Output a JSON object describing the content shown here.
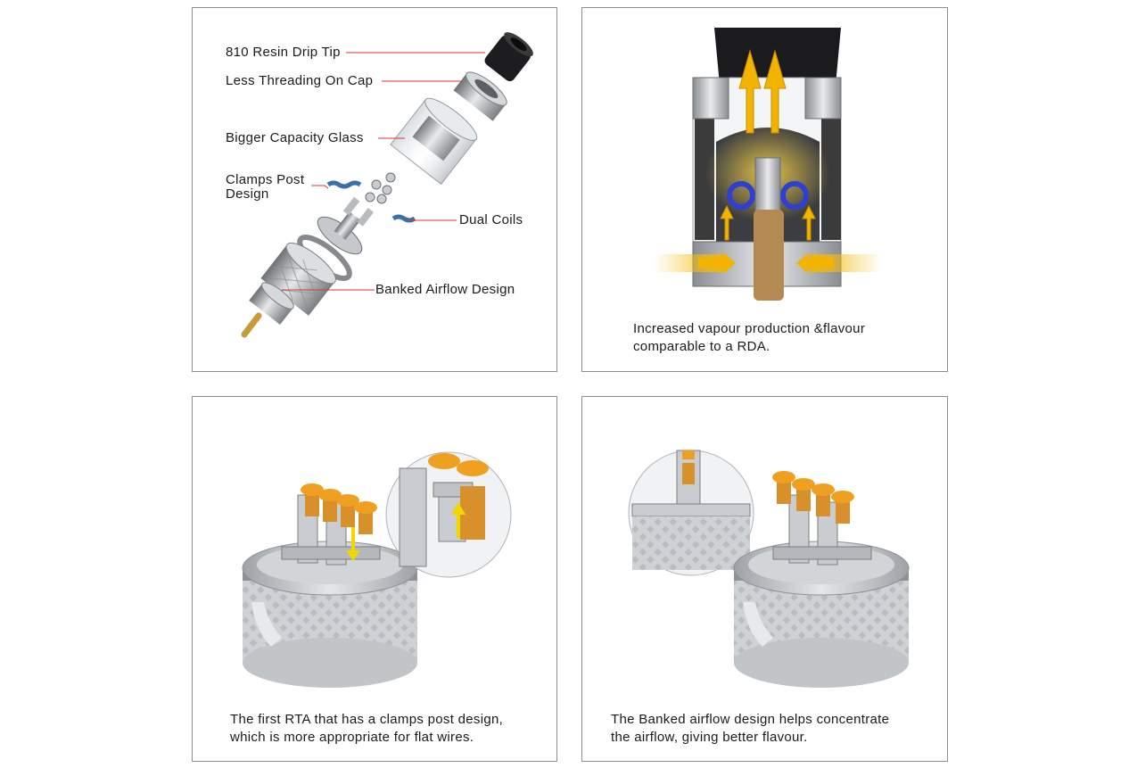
{
  "panels": {
    "exploded": {
      "labels": {
        "drip_tip": "810 Resin Drip Tip",
        "threading": "Less Threading On Cap",
        "glass": "Bigger Capacity Glass",
        "clamps_line1": "Clamps Post",
        "clamps_line2": "Design",
        "coils": "Dual Coils",
        "airflow": "Banked Airflow Design"
      }
    },
    "cutaway": {
      "caption_line1": "Increased vapour production &flavour",
      "caption_line2": "comparable to a RDA."
    },
    "clamps": {
      "caption_line1": "The first RTA that has a clamps post design,",
      "caption_line2": "which is more appropriate for flat wires."
    },
    "banked": {
      "caption_line1": "The Banked airflow design helps concentrate",
      "caption_line2": "the airflow, giving better flavour."
    }
  },
  "colors": {
    "callout_line": "#d23b3b",
    "panel_border": "#8f8f8f",
    "arrow_yellow": "#f2c200",
    "screw_orange": "#f0a020",
    "steel": "#b8bcc0"
  }
}
